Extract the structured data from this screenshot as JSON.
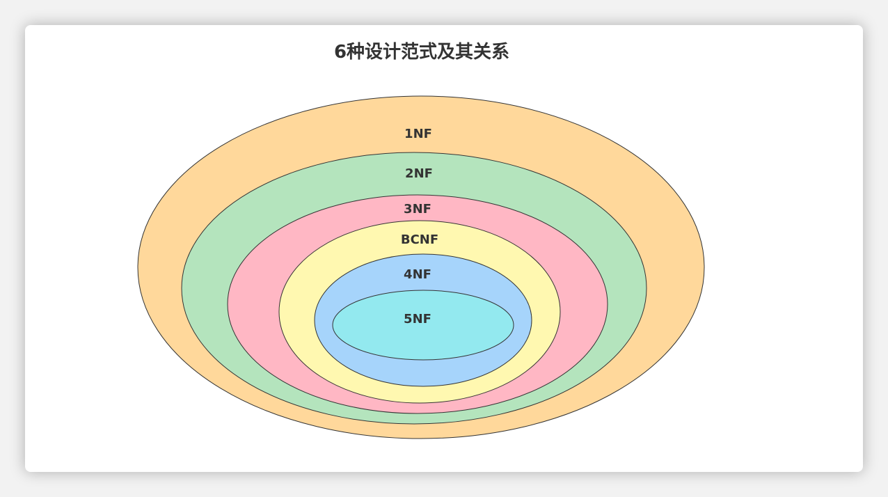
{
  "title": "6种设计范式及其关系",
  "layers": [
    {
      "label": "1NF",
      "color": "#FFD89B"
    },
    {
      "label": "2NF",
      "color": "#B4E4BD"
    },
    {
      "label": "3NF",
      "color": "#FFB7C4"
    },
    {
      "label": "BCNF",
      "color": "#FFF8B0"
    },
    {
      "label": "4NF",
      "color": "#A6D4FB"
    },
    {
      "label": "5NF",
      "color": "#93E9EF"
    }
  ]
}
